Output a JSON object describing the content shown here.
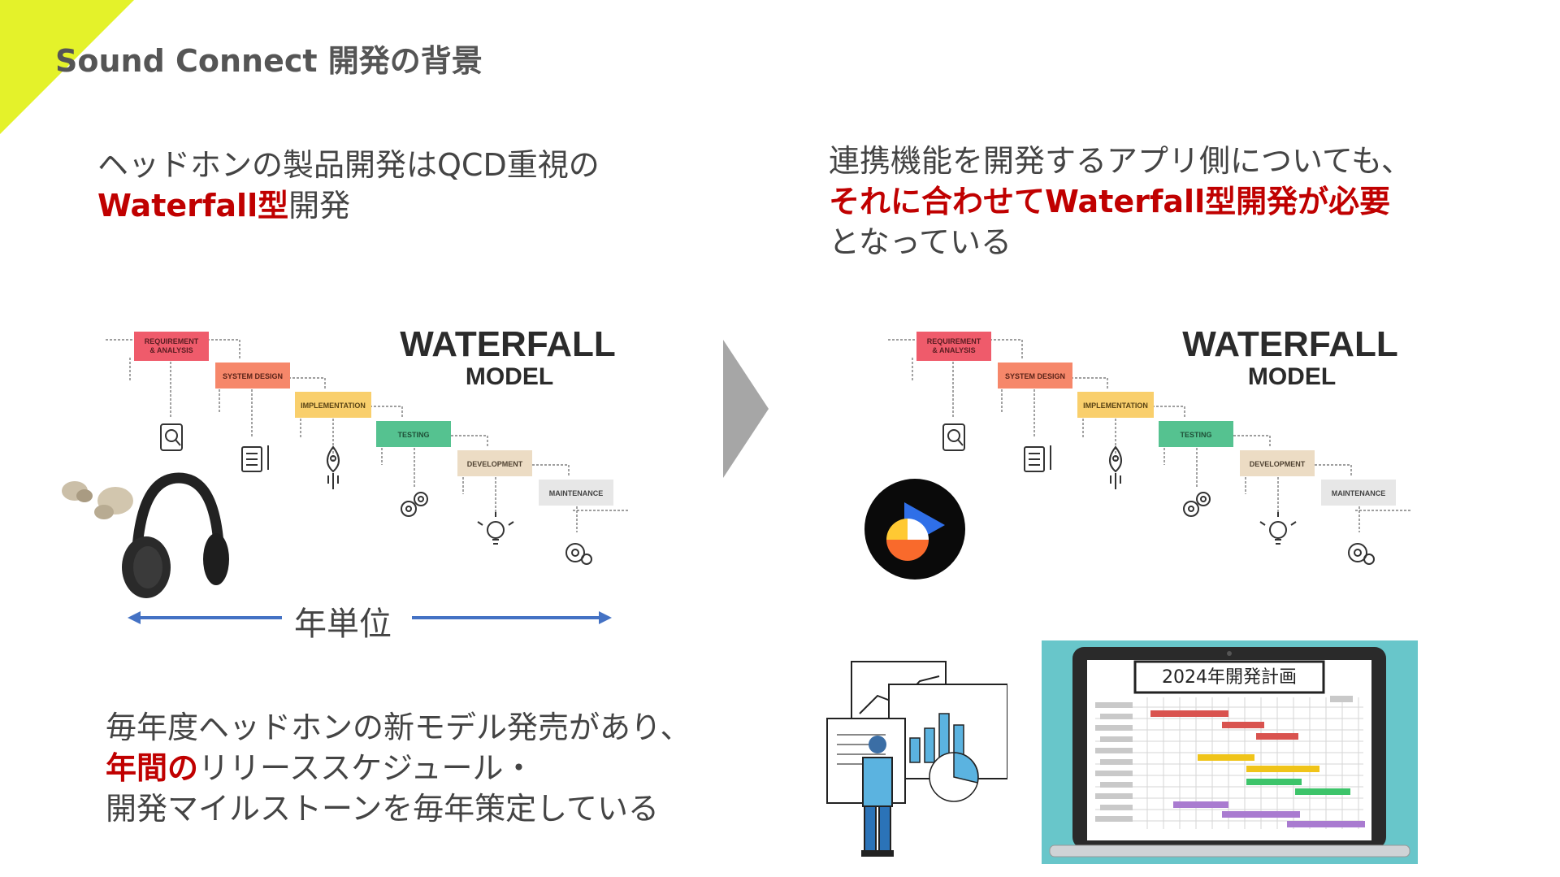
{
  "slide": {
    "title": "Sound Connect 開発の背景",
    "accent_color": "#e4f22a",
    "highlight_color": "#c00000"
  },
  "left": {
    "intro_line1": "ヘッドホンの製品開発はQCD重視の",
    "intro_red": "Waterfall型",
    "intro_rest": "開発",
    "timespan_label": "年単位",
    "bottom_line1": "毎年度ヘッドホンの新モデル発売があり、",
    "bottom_red": "年間の",
    "bottom_line2_rest": "リリーススケジュール・",
    "bottom_line3": "開発マイルストーンを毎年策定している"
  },
  "right": {
    "intro_line1": "連携機能を開発するアプリ側についても、",
    "intro_red": "それに合わせてWaterfall型開発が必要",
    "intro_line3": "となっている",
    "plan_title": "2024年開発計画"
  },
  "waterfall": {
    "title_line1": "WATERFALL",
    "title_line2": "MODEL",
    "steps": [
      {
        "line1": "REQUIREMENT",
        "line2": "& ANALYSIS",
        "color": "#ef5b6b"
      },
      {
        "line1": "SYSTEM DESIGN",
        "line2": "",
        "color": "#f6876a"
      },
      {
        "line1": "IMPLEMENTATION",
        "line2": "",
        "color": "#f9cf6c"
      },
      {
        "line1": "TESTING",
        "line2": "",
        "color": "#55c290"
      },
      {
        "line1": "DEVELOPMENT",
        "line2": "",
        "color": "#ecdcc4"
      },
      {
        "line1": "MAINTENANCE",
        "line2": "",
        "color": "#e7e7e7"
      }
    ]
  },
  "icons": {
    "earbuds": "earbuds-icon",
    "headphones": "headphones-icon",
    "app_logo": "app-logo-icon",
    "presenter": "presenter-illustration",
    "laptop": "laptop-gantt-illustration"
  }
}
